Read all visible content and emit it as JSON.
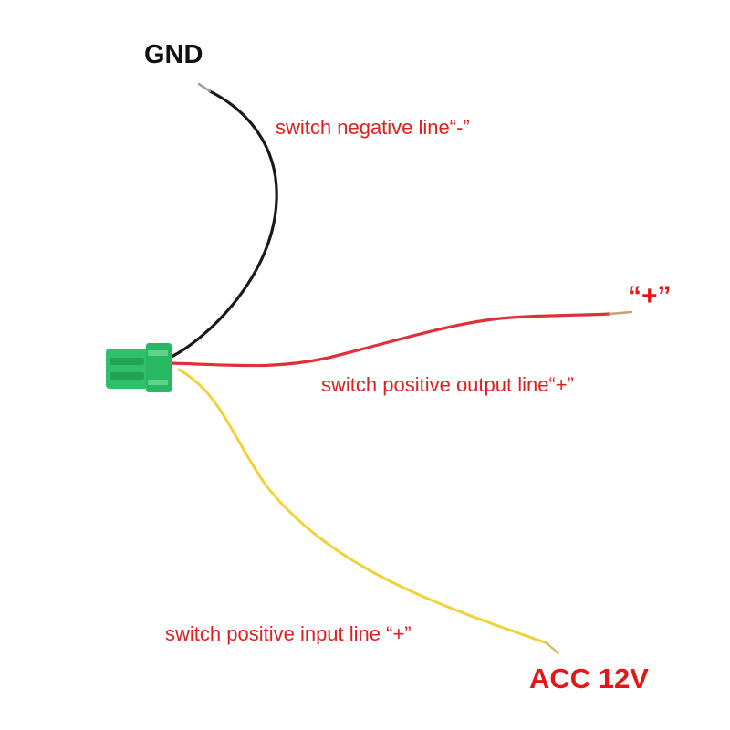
{
  "labels": {
    "gnd": "GND",
    "negative_line": "switch negative line“-”",
    "plus_terminal": "“+”",
    "positive_output_line": "switch positive output line“+”",
    "positive_input_line": "switch positive input line “+”",
    "acc": "ACC 12V"
  },
  "colors": {
    "black_wire": "#1a1a1a",
    "red_wire": "#e0303a",
    "yellow_wire": "#f2d23a",
    "connector": "#2fc06a",
    "label_red": "#e02020",
    "label_black": "#111111"
  }
}
